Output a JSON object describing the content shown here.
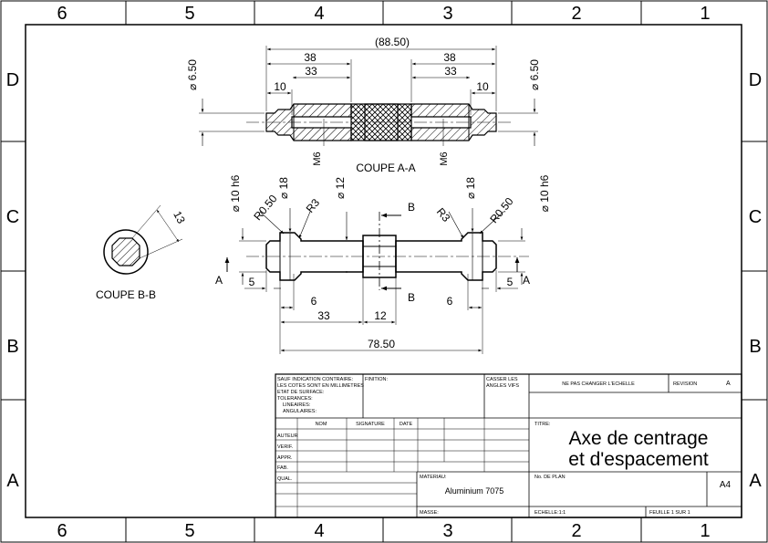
{
  "zones": {
    "columns": [
      "6",
      "5",
      "4",
      "3",
      "2",
      "1"
    ],
    "rows": [
      "D",
      "C",
      "B",
      "A"
    ]
  },
  "section_aa": {
    "title": "COUPE A-A",
    "overall": "(88.50)",
    "dim_left_38": "38",
    "dim_left_33": "33",
    "dim_right_38": "38",
    "dim_right_33": "33",
    "dim_left_10": "10",
    "dim_right_10": "10",
    "dia_left": "⌀ 6.50",
    "dia_right": "⌀ 6.50",
    "thread_left": "M6",
    "thread_right": "M6"
  },
  "main_view": {
    "dia_10h6_left": "⌀ 10 h6",
    "r050_left": "R0.50",
    "dia_18_left": "⌀ 18",
    "r3_left": "R3",
    "dia_12": "⌀ 12",
    "section_b_top": "B",
    "section_b_bottom": "B",
    "r3_right": "R3",
    "dia_18_right": "⌀ 18",
    "r050_right": "R0.50",
    "dia_10h6_right": "⌀ 10 h6",
    "section_a_left": "A",
    "section_a_right": "A",
    "dim_5_left": "5",
    "dim_5_right": "5",
    "dim_6_left": "6",
    "dim_6_right": "6",
    "dim_33": "33",
    "dim_12": "12",
    "dim_total": "78.50"
  },
  "section_bb": {
    "title": "COUPE B-B",
    "dim": "13"
  },
  "title_block": {
    "notes": [
      "SAUF INDICATION CONTRAIRE:",
      "LES COTES SONT EN MILLIMETRES",
      "ETAT DE SURFACE:",
      "TOLERANCES:",
      "   LINEAIRES:",
      "   ANGULAIRES:"
    ],
    "finish_label": "FINITION:",
    "break_edges": [
      "CASSER LES",
      "ANGLES VIFS"
    ],
    "no_scale": "NE PAS CHANGER L'ECHELLE",
    "revision_label": "REVISION",
    "revision_value": "A",
    "col_nom": "NOM",
    "col_signature": "SIGNATURE",
    "col_date": "DATE",
    "roles": [
      "AUTEUR",
      "VERIF.",
      "APPR.",
      "FAB.",
      "QUAL."
    ],
    "title_label": "TITRE:",
    "title_line1": "Axe de centrage",
    "title_line2": "et d'espacement",
    "material_label": "MATERIAU:",
    "material_value": "Aluminium 7075",
    "drawing_no_label": "No. DE PLAN",
    "format": "A4",
    "mass_label": "MASSE:",
    "scale_label": "ECHELLE:1:1",
    "sheet_label": "FEUILLE 1 SUR 1"
  }
}
